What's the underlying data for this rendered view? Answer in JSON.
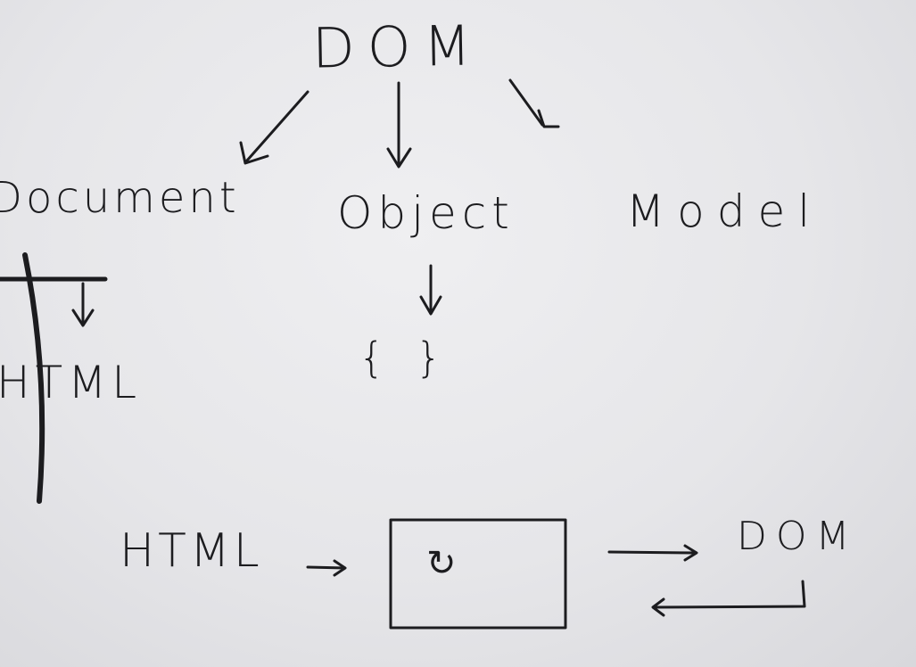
{
  "title": "DOM",
  "words": {
    "document": "Document",
    "object": "Object",
    "model": "Model"
  },
  "object_result": "{ }",
  "document_result": "HTML",
  "flow": {
    "source": "HTML",
    "box_glyph": "↻",
    "target": "DOM"
  },
  "ink_color": "#1c1c1f"
}
